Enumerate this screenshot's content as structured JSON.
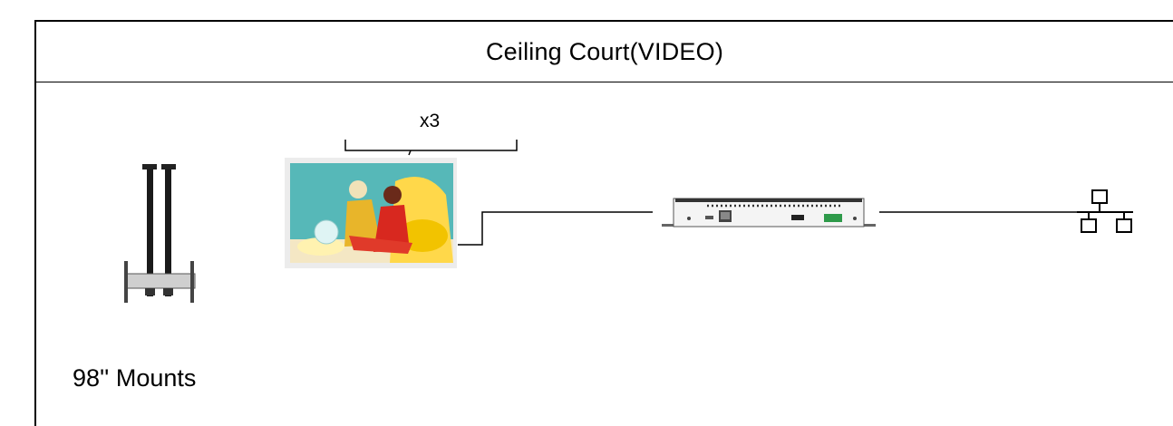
{
  "header": {
    "title": "Ceiling Court(VIDEO)"
  },
  "mount": {
    "label": "98'' Mounts"
  },
  "display": {
    "count": "x3"
  },
  "icons": {
    "mount": "ceiling-mount-icon",
    "display": "display-photo",
    "player": "media-player-icon",
    "network": "network-icon"
  }
}
